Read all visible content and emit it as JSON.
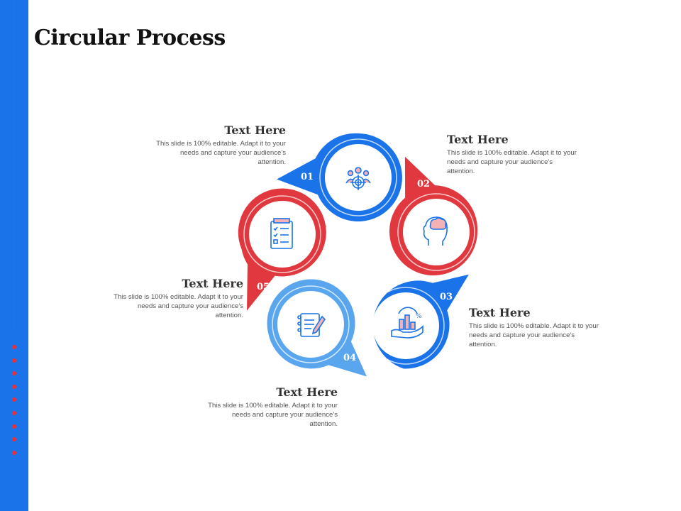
{
  "slide": {
    "title": "Circular Process"
  },
  "colors": {
    "sidebar": "#1a73e8",
    "dots": "#e8303a",
    "blue": "#1a73e8",
    "red": "#e0383e",
    "light_blue": "#5aa6ee"
  },
  "steps": [
    {
      "number": "01",
      "heading": "Text Here",
      "body": "This slide is 100% editable.  Adapt it to your needs and capture your audience's attention.",
      "icon": "target-audience-icon",
      "color": "#1a73e8"
    },
    {
      "number": "02",
      "heading": "Text Here",
      "body": "This slide is 100% editable.  Adapt it to your needs and capture your audience's attention.",
      "icon": "brain-thinking-head-icon",
      "color": "#e0383e"
    },
    {
      "number": "03",
      "heading": "Text Here",
      "body": "This slide is 100% editable.  Adapt it to your needs and capture your audience's attention.",
      "icon": "hand-growth-chart-icon",
      "color": "#1a73e8"
    },
    {
      "number": "04",
      "heading": "Text Here",
      "body": "This slide is 100% editable.  Adapt it to your needs and capture your audience's attention.",
      "icon": "notepad-pencil-icon",
      "color": "#5aa6ee"
    },
    {
      "number": "05",
      "heading": "Text Here",
      "body": "This slide is 100% editable.  Adapt it to your needs and capture your audience's attention.",
      "icon": "checklist-icon",
      "color": "#e0383e"
    }
  ]
}
